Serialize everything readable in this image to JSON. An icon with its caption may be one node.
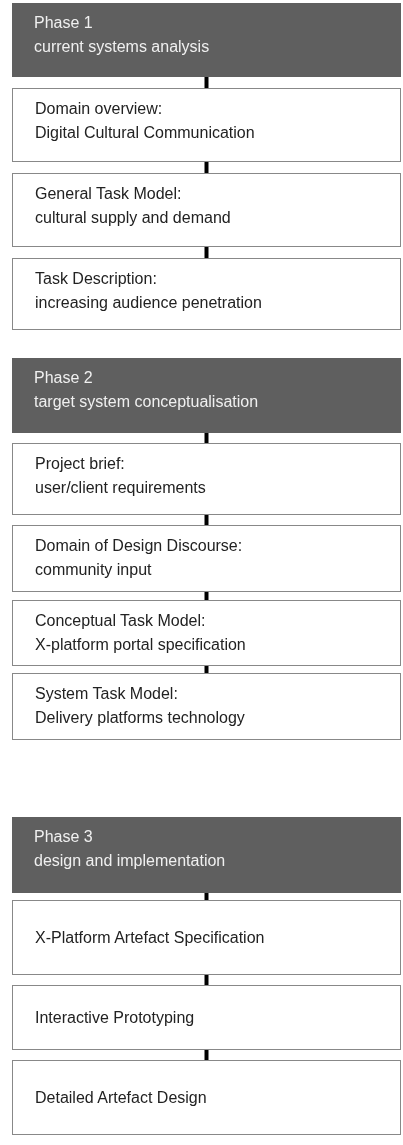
{
  "diagram": {
    "nodes": [
      {
        "text": [
          "Phase 1",
          "current systems analysis"
        ]
      },
      {
        "text": [
          "Domain overview:",
          "Digital Cultural Communication"
        ]
      },
      {
        "text": [
          "General Task Model:",
          "cultural supply and demand"
        ]
      },
      {
        "text": [
          "Task Description:",
          "increasing audience penetration"
        ]
      },
      {
        "text": [
          "Phase 2",
          "target system conceptualisation"
        ]
      },
      {
        "text": [
          "Project brief:",
          "user/client requirements"
        ]
      },
      {
        "text": [
          "Domain of Design Discourse:",
          "community input"
        ]
      },
      {
        "text": [
          "Conceptual Task Model:",
          "X-platform portal specification"
        ]
      },
      {
        "text": [
          "System Task Model:",
          "Delivery platforms technology"
        ]
      },
      {
        "text": [
          "Phase 3",
          "design and implementation"
        ]
      },
      {
        "text": [
          "X-Platform Artefact Specification"
        ]
      },
      {
        "text": [
          "Interactive Prototyping"
        ]
      },
      {
        "text": [
          "Detailed Artefact Design"
        ]
      }
    ],
    "edges": [
      {
        "from": 0,
        "to": 1,
        "arrow": "none"
      },
      {
        "from": 1,
        "to": 2,
        "arrow": "none"
      },
      {
        "from": 2,
        "to": 3,
        "arrow": "none"
      },
      {
        "from": 4,
        "to": 5,
        "arrow": "none"
      },
      {
        "from": 5,
        "to": 6,
        "arrow": "none"
      },
      {
        "from": 6,
        "to": 7,
        "arrow": "none"
      },
      {
        "from": 7,
        "to": 8,
        "arrow": "none"
      },
      {
        "from": 9,
        "to": 10,
        "arrow": "none"
      },
      {
        "from": 10,
        "to": 11,
        "arrow": "none"
      },
      {
        "from": 11,
        "to": 12,
        "arrow": "none"
      }
    ]
  }
}
